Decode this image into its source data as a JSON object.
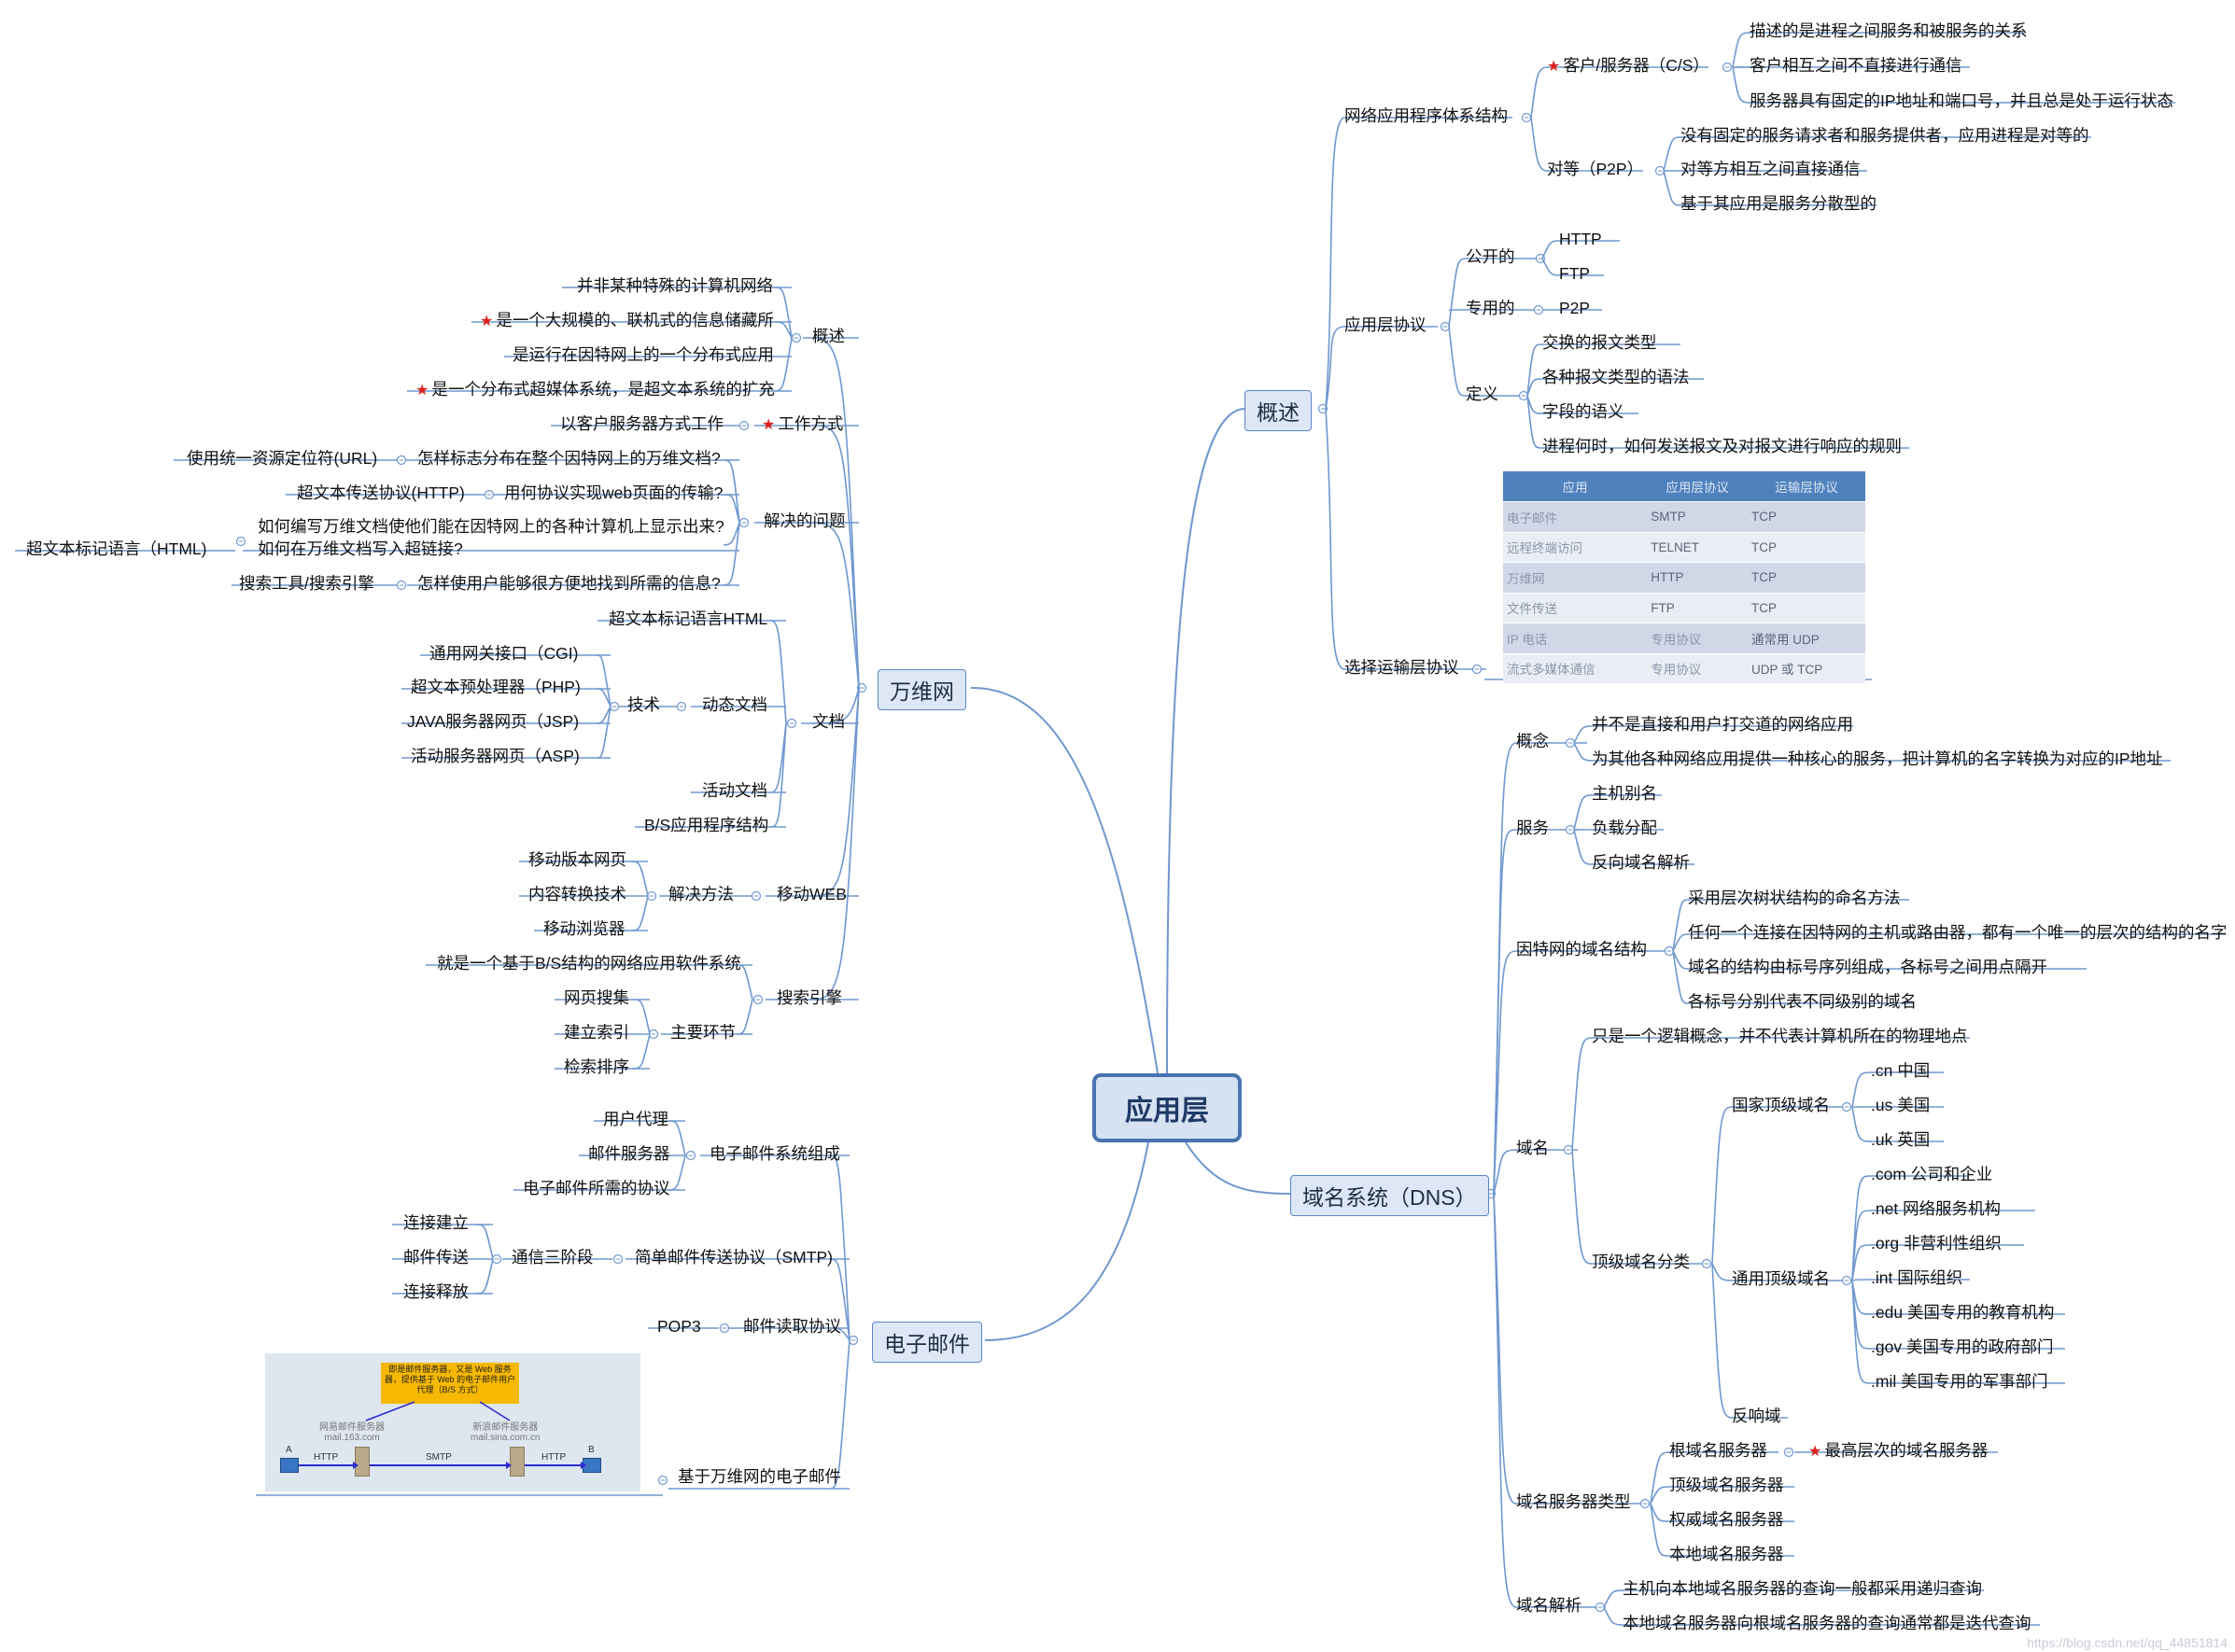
{
  "root": "应用层",
  "main": {
    "gaishu": "概述",
    "www": "万维网",
    "email": "电子邮件",
    "dns": "域名系统（DNS）"
  },
  "overview": {
    "net_arch": "网络应用程序体系结构",
    "cs": "客户/服务器（C/S）",
    "cs_items": [
      "描述的是进程之间服务和被服务的关系",
      "客户相互之间不直接进行通信",
      "服务器具有固定的IP地址和端口号，并且总是处于运行状态"
    ],
    "p2p": "对等（P2P）",
    "p2p_items": [
      "没有固定的服务请求者和服务提供者，应用进程是对等的",
      "对等方相互之间直接通信",
      "基于其应用是服务分散型的"
    ],
    "app_proto": "应用层协议",
    "public": "公开的",
    "public_items": [
      "HTTP",
      "FTP"
    ],
    "private": "专用的",
    "private_items": [
      "P2P"
    ],
    "define": "定义",
    "define_items": [
      "交换的报文类型",
      "各种报文类型的语法",
      "字段的语义",
      "进程何时，如何发送报文及对报文进行响应的规则"
    ],
    "choose_transport": "选择运输层协议",
    "table_header": [
      "应用",
      "应用层协议",
      "运输层协议"
    ],
    "table_rows": [
      [
        "电子邮件",
        "SMTP",
        "TCP"
      ],
      [
        "远程终端访问",
        "TELNET",
        "TCP"
      ],
      [
        "万维网",
        "HTTP",
        "TCP"
      ],
      [
        "文件传送",
        "FTP",
        "TCP"
      ],
      [
        "IP 电话",
        "专用协议",
        "通常用 UDP"
      ],
      [
        "流式多媒体通信",
        "专用协议",
        "UDP 或 TCP"
      ]
    ]
  },
  "dns": {
    "concept": "概念",
    "concept_items": [
      "并不是直接和用户打交道的网络应用",
      "为其他各种网络应用提供一种核心的服务，把计算机的名字转换为对应的IP地址"
    ],
    "service": "服务",
    "service_items": [
      "主机别名",
      "负载分配",
      "反向域名解析"
    ],
    "structure": "因特网的域名结构",
    "structure_items": [
      "采用层次树状结构的命名方法",
      "任何一个连接在因特网的主机或路由器，都有一个唯一的层次的结构的名字",
      "域名的结构由标号序列组成，各标号之间用点隔开",
      "各标号分别代表不同级别的域名"
    ],
    "domain": "域名",
    "logical": "只是一个逻辑概念，并不代表计算机所在的物理地点",
    "tld_class": "顶级域名分类",
    "country_tld": "国家顶级域名",
    "country_items": [
      ".cn   中国",
      ".us   美国",
      ".uk   英国"
    ],
    "generic_tld": "通用顶级域名",
    "generic_items": [
      ".com   公司和企业",
      ".net   网络服务机构",
      ".org   非营利性组织",
      ".int   国际组织",
      ".edu   美国专用的教育机构",
      ".gov   美国专用的政府部门",
      ".mil   美国专用的军事部门"
    ],
    "reverse": "反响域",
    "server_types": "域名服务器类型",
    "root_server": "根域名服务器",
    "root_note": "最高层次的域名服务器",
    "server_items": [
      "顶级域名服务器",
      "权威域名服务器",
      "本地域名服务器"
    ],
    "resolve": "域名解析",
    "resolve_items": [
      "主机向本地域名服务器的查询一般都采用递归查询",
      "本地域名服务器向根域名服务器的查询通常都是迭代查询"
    ]
  },
  "www": {
    "overview": "概述",
    "overview_items": [
      "并非某种特殊的计算机网络",
      "是一个大规模的、联机式的信息储藏所",
      "是运行在因特网上的一个分布式应用",
      "是一个分布式超媒体系统，是超文本系统的扩充"
    ],
    "work_mode": "工作方式",
    "work_item": "以客户服务器方式工作",
    "problems": "解决的问题",
    "q1": "怎样标志分布在整个因特网上的万维文档?",
    "a1": "使用统一资源定位符(URL)",
    "q2": "用何协议实现web页面的传输?",
    "a2": "超文本传送协议(HTTP)",
    "q3a": "如何编写万维文档使他们能在因特网上的各种计算机上显示出来?",
    "q3b": "如何在万维文档写入超链接?",
    "a3": "超文本标记语言（HTML)",
    "q4": "怎样使用户能够很方便地找到所需的信息?",
    "a4": "搜索工具/搜索引擎",
    "docs": "文档",
    "html": "超文本标记语言HTML",
    "dynamic": "动态文档",
    "tech": "技术",
    "tech_items": [
      "通用网关接口（CGI)",
      "超文本预处理器（PHP)",
      "JAVA服务器网页（JSP)",
      "活动服务器网页（ASP)"
    ],
    "active": "活动文档",
    "bs": "B/S应用程序结构",
    "mobile": "移动WEB",
    "mobile_solve": "解决方法",
    "mobile_items": [
      "移动版本网页",
      "内容转换技术",
      "移动浏览器"
    ],
    "search": "搜索引擎",
    "search_desc": "就是一个基于B/S结构的网络应用软件系统",
    "search_main": "主要环节",
    "search_items": [
      "网页搜集",
      "建立索引",
      "检索排序"
    ]
  },
  "email": {
    "composition": "电子邮件系统组成",
    "composition_items": [
      "用户代理",
      "邮件服务器",
      "电子邮件所需的协议"
    ],
    "smtp": "简单邮件传送协议（SMTP)",
    "phase": "通信三阶段",
    "phase_items": [
      "连接建立",
      "邮件传送",
      "连接释放"
    ],
    "read": "邮件读取协议",
    "pop3": "POP3",
    "webmail": "基于万维网的电子邮件",
    "fig_note": "即是邮件服务器，又是 Web 服务器，提供基于 Web 的电子邮件用户代理（B/S 方式）",
    "fig_server1": "网易邮件服务器",
    "fig_server1_host": "mail.163.com",
    "fig_server2": "新浪邮件服务器",
    "fig_server2_host": "mail.sina.com.cn",
    "fig_a": "A",
    "fig_b": "B",
    "fig_http1": "HTTP",
    "fig_smtp": "SMTP",
    "fig_http2": "HTTP"
  },
  "watermark": "https://blog.csdn.net/qq_44851814",
  "colors": {
    "line": "#6f98cf",
    "accent_star": "#e0201c",
    "main_fill": "#dde7f5",
    "root_fill": "#d6e2f2"
  }
}
